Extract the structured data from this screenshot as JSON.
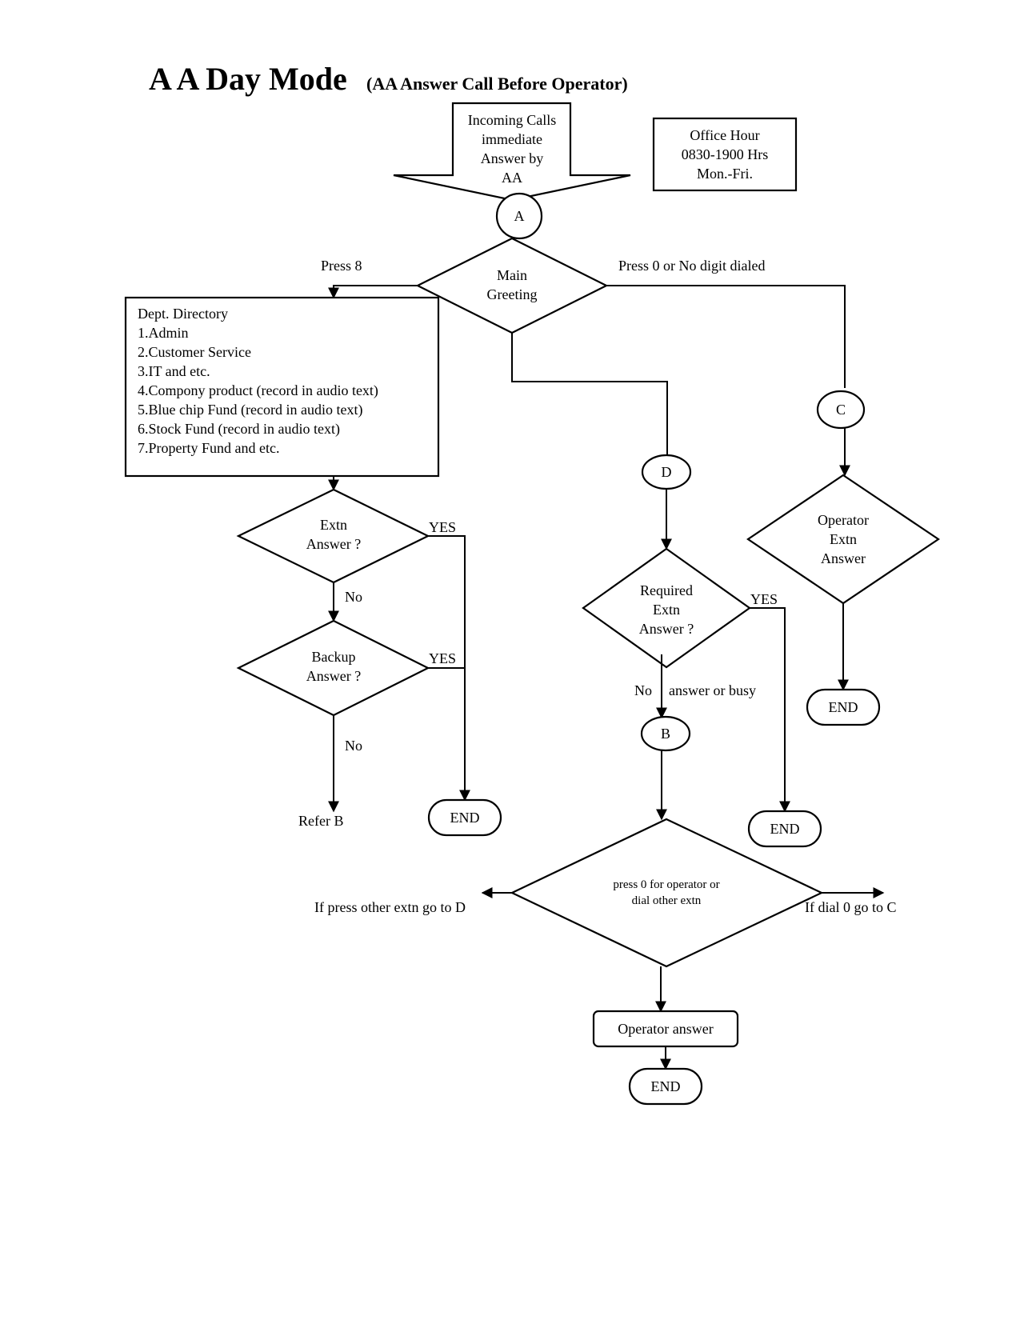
{
  "title": {
    "main": "A A Day Mode",
    "sub": "(AA Answer Call Before Operator)"
  },
  "incoming": [
    "Incoming Calls",
    "immediate",
    "Answer by",
    "AA"
  ],
  "office_hour": [
    "Office Hour",
    "0830-1900 Hrs",
    "Mon.-Fri."
  ],
  "connectors": {
    "a": "A",
    "b": "B",
    "c": "C",
    "d": "D"
  },
  "main_greeting": [
    "Main",
    "Greeting"
  ],
  "labels": {
    "press8": "Press 8",
    "press0": "Press 0 or No digit dialed",
    "yes1": "YES",
    "yes2": "YES",
    "yes3": "YES",
    "no1": "No",
    "no2": "No",
    "no3": "No",
    "answer_busy": "answer or busy",
    "refer_b": "Refer B",
    "if_press_other": "If press other extn go to D",
    "if_dial0": "If dial 0 go to C"
  },
  "dept_directory": [
    "Dept. Directory",
    "1.Admin",
    "2.Customer Service",
    "3.IT and etc.",
    "4.Compony product (record in audio text)",
    "5.Blue chip Fund (record in audio text)",
    "6.Stock Fund (record in audio text)",
    "7.Property Fund and etc."
  ],
  "extn_answer": [
    "Extn",
    "Answer ?"
  ],
  "backup_answer": [
    "Backup",
    "Answer ?"
  ],
  "required_extn": [
    "Required",
    "Extn",
    "Answer ?"
  ],
  "operator_extn": [
    "Operator",
    "Extn",
    "Answer"
  ],
  "press0_decision": [
    "press 0 for operator or",
    "dial other extn"
  ],
  "operator_answer": "Operator answer",
  "end": {
    "e1": "END",
    "e2": "END",
    "e3": "END",
    "e4": "END"
  }
}
